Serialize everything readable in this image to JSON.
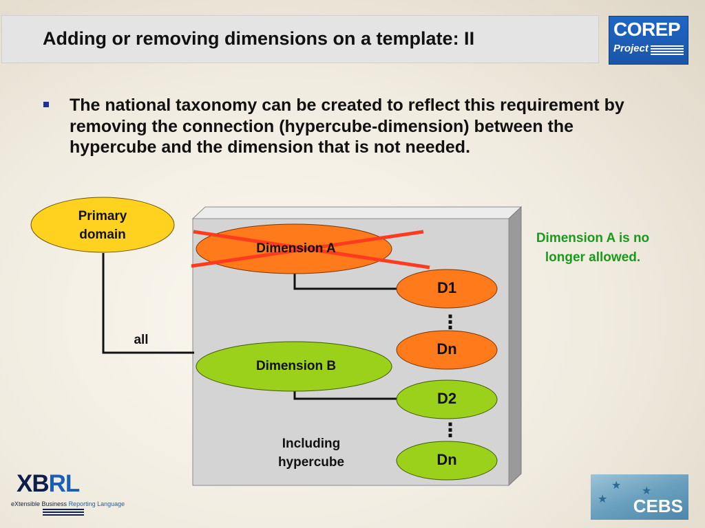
{
  "slide": {
    "title": "Adding or removing dimensions on a template: II",
    "bullet": "The national taxonomy can be created to reflect this requirement by removing the connection (hypercube-dimension) between the hypercube and the dimension that is not needed."
  },
  "logos": {
    "corep_main": "COREP",
    "corep_sub": "Project",
    "xbrl_xb": "XB",
    "xbrl_rl": "RL",
    "xbrl_sub_a": "eXtensible Business ",
    "xbrl_sub_b": "Reporting Language",
    "cebs": "CEBS"
  },
  "diagram": {
    "primary_domain": "Primary\ndomain",
    "all_label": "all",
    "dimension_a": "Dimension A",
    "dimension_b": "Dimension B",
    "d1": "D1",
    "dn_a": "Dn",
    "d2": "D2",
    "dn_b": "Dn",
    "ellipsis": "⋮",
    "hypercube_label": "Including\nhypercube",
    "note": "Dimension A is no longer allowed."
  },
  "colors": {
    "primary_domain_fill": "#ffd21f",
    "dimension_a_fill": "#ff7a1a",
    "dimension_b_fill": "#9bd11a",
    "cross_out": "#ff3b1f",
    "note_text": "#1a9a1a",
    "cube_front": "#d4d4d4"
  }
}
